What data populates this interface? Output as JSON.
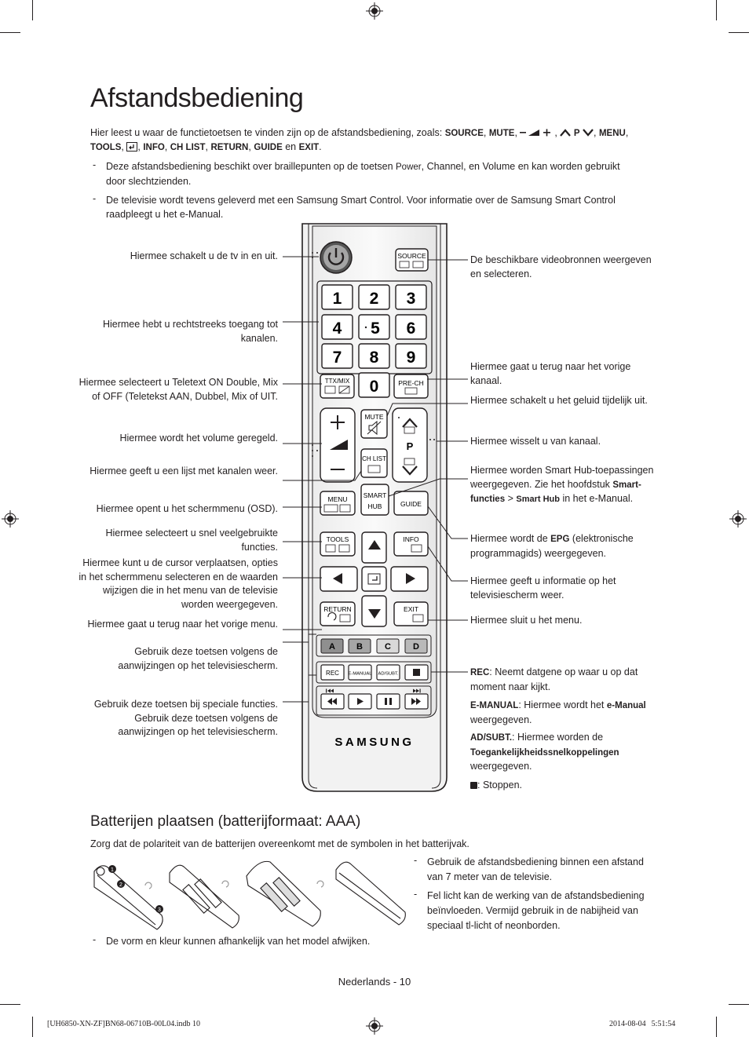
{
  "title": "Afstandsbediening",
  "intro": {
    "text": "Hier leest u waar de functietoetsen te vinden zijn op de afstandsbediening, zoals:",
    "keys_line1": [
      "SOURCE",
      "MUTE"
    ],
    "p_label": "P",
    "menu_label": "MENU",
    "keys_line2_a": "TOOLS",
    "keys_line2_b": [
      "INFO",
      "CH LIST",
      "RETURN",
      "GUIDE"
    ],
    "en": "en",
    "exit": "EXIT"
  },
  "notes": [
    {
      "before": "Deze afstandsbediening beschikt over braillepunten op de toetsen",
      "k1": "Power",
      "k2": "Channel",
      "en": "en",
      "k3": "Volume",
      "line1_after": "en kan worden gebruikt",
      "line2": "door slechtzienden."
    },
    {
      "line1": "De televisie wordt tevens geleverd met een Samsung Smart Control. Voor informatie over de Samsung Smart Control",
      "line2": "raadpleegt u het e-Manual."
    }
  ],
  "left_labels": [
    "Hiermee schakelt u de tv in en uit.",
    "Hiermee hebt u rechtstreeks toegang tot kanalen.",
    "Hiermee selecteert u Teletext ON Double, Mix of OFF (Teletekst AAN, Dubbel, Mix of UIT.",
    "Hiermee wordt het volume geregeld.",
    "Hiermee geeft u een lijst met kanalen weer.",
    "Hiermee opent u het schermmenu (OSD).",
    "Hiermee selecteert u snel veelgebruikte functies.",
    "Hiermee kunt u de cursor verplaatsen, opties in het schermmenu selecteren en de waarden wijzigen die in het menu van de televisie worden weergegeven.",
    "Hiermee gaat u terug naar het vorige menu.",
    "Gebruik deze toetsen volgens de aanwijzingen op het televisiescherm.",
    "Gebruik deze toetsen bij speciale functies. Gebruik deze toetsen volgens de aanwijzingen op het televisiescherm."
  ],
  "right_labels": {
    "source": "De beschikbare videobronnen weergeven en selecteren.",
    "prech": "Hiermee gaat u terug naar het vorige kanaal.",
    "mute": "Hiermee schakelt u het geluid tijdelijk uit.",
    "channel": "Hiermee wisselt u van kanaal.",
    "smart_pre": "Hiermee worden Smart Hub-toepassingen weergegeven. Zie het hoofdstuk",
    "smart_k1": "Smart-functies",
    "smart_gt": ">",
    "smart_k2": "Smart Hub",
    "smart_post": "in het e-Manual.",
    "guide_pre": "Hiermee wordt de",
    "guide_k": "EPG",
    "guide_post": "(elektronische programmagids) weergegeven.",
    "info": "Hiermee geeft u informatie op het televisiescherm weer.",
    "exit": "Hiermee sluit u het menu.",
    "rec_k": "REC",
    "rec_t": ": Neemt datgene op waar u op dat moment naar kijkt.",
    "em_k": "E-MANUAL",
    "em_t": ": Hiermee wordt het",
    "em_k2": "e-Manual",
    "em_t2": "weergegeven.",
    "ad_k": "AD/SUBT.",
    "ad_t": ": Hiermee worden de",
    "ad_k2": "Toegankelijkheidssnelkoppelingen",
    "ad_t2": "weergegeven.",
    "stop_t": ": Stoppen."
  },
  "remote": {
    "source": "SOURCE",
    "digits": [
      "1",
      "2",
      "3",
      "4",
      "5",
      "6",
      "7",
      "8",
      "9",
      "0"
    ],
    "ttx": "TTX/MIX",
    "prech": "PRE-CH",
    "mute": "MUTE",
    "chlist": "CH LIST",
    "p": "P",
    "menu": "MENU",
    "smart1": "SMART",
    "smart2": "HUB",
    "guide": "GUIDE",
    "tools": "TOOLS",
    "info": "INFO",
    "return": "RETURN",
    "exit": "EXIT",
    "colors": [
      "A",
      "B",
      "C",
      "D"
    ],
    "rec": "REC",
    "emanual": "E-MANUAL",
    "adsubt": "AD/SUBT.",
    "brand": "SAMSUNG"
  },
  "battery": {
    "heading": "Batterijen plaatsen (batterijformaat: AAA)",
    "text": "Zorg dat de polariteit van de batterijen overeenkomt met de symbolen in het batterijvak.",
    "steps": [
      "1",
      "2",
      "3"
    ],
    "note_shape": "De vorm en kleur kunnen afhankelijk van het model afwijken.",
    "tips": [
      "Gebruik de afstandsbediening binnen een afstand van 7 meter van de televisie.",
      "Fel licht kan de werking van de afstandsbediening beïnvloeden. Vermijd gebruik in de nabijheid van speciaal tl-licht of neonborden."
    ]
  },
  "footer": "Nederlands - 10",
  "slug_left": "[UH6850-XN-ZF]BN68-06710B-00L04.indb   10",
  "slug_right": "2014-08-04     5:51:54"
}
